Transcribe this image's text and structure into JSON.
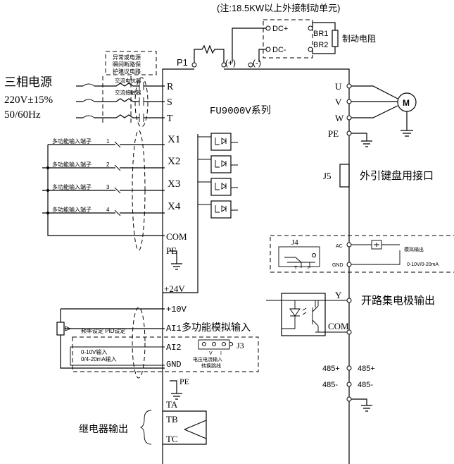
{
  "notes": {
    "brake_note": "(注:18.5KW以上外接制动单元)",
    "brake_resistor": "制动电阻",
    "power_source_title": "三相电源",
    "power_source_voltage": "220V±15%",
    "power_source_freq": "50/60Hz",
    "breaker_note_1": "异常或电源",
    "breaker_note_2": "瞬间断路保",
    "breaker_note_3": "护建议电路",
    "contactor_label": "交流电抗器",
    "contactor_label_2": "交流接触器",
    "series_title": "FU9000V系列",
    "multi_input_label": "多功能输入端子",
    "ext_keypad": "外引键盘用接口",
    "analog_out_label": "模拟输出",
    "analog_out_range": "0-10V/0-20mA",
    "oc_output": "开路集电极输出",
    "ai_multi": "多功能模拟输入",
    "freq_pid": "频率设定 PID设定",
    "ai2_range_1": "0-10V输入",
    "ai2_range_2": "0/4-20mA输入",
    "jumper_label_1": "电压电流输入",
    "jumper_label_2": "转换跳线",
    "relay_output": "继电器输出"
  },
  "terminals": {
    "p1": "P1",
    "plus": "(+)",
    "minus": "(-)",
    "dc_plus": "DC+",
    "dc_minus": "DC-",
    "br1": "BR1",
    "br2": "BR2",
    "r": "R",
    "s": "S",
    "t": "T",
    "u": "U",
    "v": "V",
    "w": "W",
    "pe": "PE",
    "motor": "M",
    "x1": "X1",
    "x2": "X2",
    "x3": "X3",
    "x4": "X4",
    "com": "COM",
    "pe2": "PE",
    "p24v": "+24V",
    "j5": "J5",
    "j4": "J4",
    "ac": "AC",
    "gnd": "GND",
    "y": "Y",
    "com2": "COM",
    "p10v": "+10V",
    "ai1": "AI1",
    "ai2": "AI2",
    "gnd2": "GND",
    "j3": "J3",
    "v_mark": "V",
    "i_mark": "I",
    "pe3": "PE",
    "rs485p_l": "485+",
    "rs485p_r": "485+",
    "rs485m_l": "485-",
    "rs485m_r": "485-",
    "ta": "TA",
    "tb": "TB",
    "tc": "TC"
  }
}
